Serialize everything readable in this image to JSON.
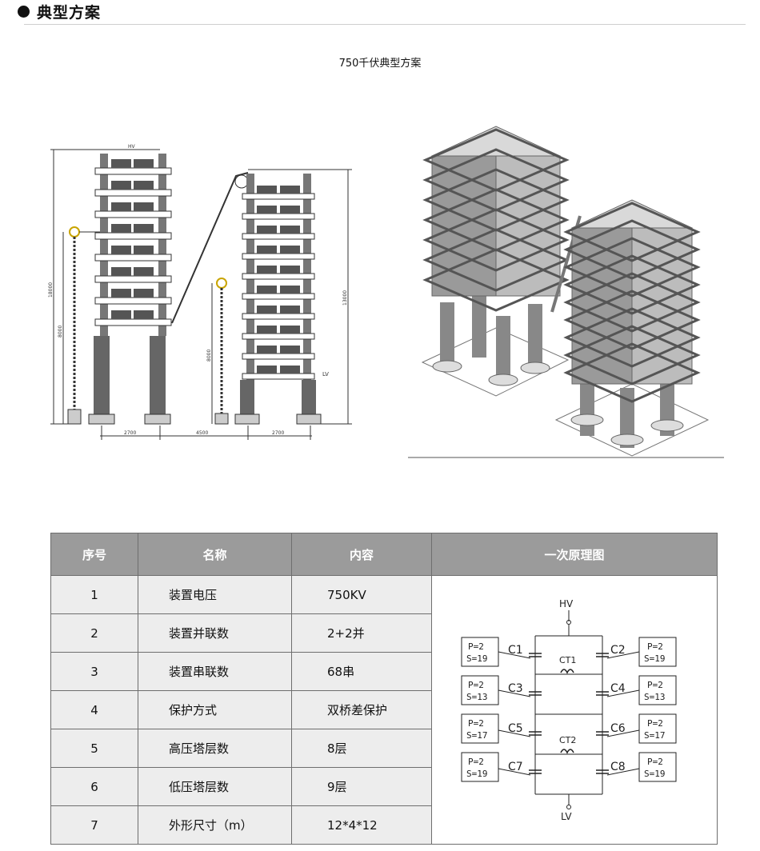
{
  "section": {
    "title": "典型方案"
  },
  "figure": {
    "caption": "750千伏典型方案",
    "left_drawing": {
      "top_label": "HV",
      "lv_label": "LV",
      "dims_bottom": [
        "2700",
        "4500",
        "2700"
      ],
      "dims_vertical": [
        "18000",
        "8000",
        "8000",
        "13000"
      ]
    }
  },
  "table": {
    "headers": [
      "序号",
      "名称",
      "内容",
      "一次原理图"
    ],
    "rows": [
      {
        "no": "1",
        "name": "装置电压",
        "content": "750KV"
      },
      {
        "no": "2",
        "name": "装置并联数",
        "content": "2+2并"
      },
      {
        "no": "3",
        "name": "装置串联数",
        "content": "68串"
      },
      {
        "no": "4",
        "name": "保护方式",
        "content": "双桥差保护"
      },
      {
        "no": "5",
        "name": "高压塔层数",
        "content": "8层"
      },
      {
        "no": "6",
        "name": "低压塔层数",
        "content": "9层"
      },
      {
        "no": "7",
        "name": "外形尺寸（m）",
        "content": "12*4*12"
      }
    ]
  },
  "schematic": {
    "hv": "HV",
    "lv": "LV",
    "ct1": "CT1",
    "ct2": "CT2",
    "caps": [
      "C1",
      "C2",
      "C3",
      "C4",
      "C5",
      "C6",
      "C7",
      "C8"
    ],
    "boxes": [
      {
        "p": "P=2",
        "s": "S=19"
      },
      {
        "p": "P=2",
        "s": "S=19"
      },
      {
        "p": "P=2",
        "s": "S=13"
      },
      {
        "p": "P=2",
        "s": "S=13"
      },
      {
        "p": "P=2",
        "s": "S=17"
      },
      {
        "p": "P=2",
        "s": "S=17"
      },
      {
        "p": "P=2",
        "s": "S=19"
      },
      {
        "p": "P=2",
        "s": "S=19"
      }
    ]
  }
}
